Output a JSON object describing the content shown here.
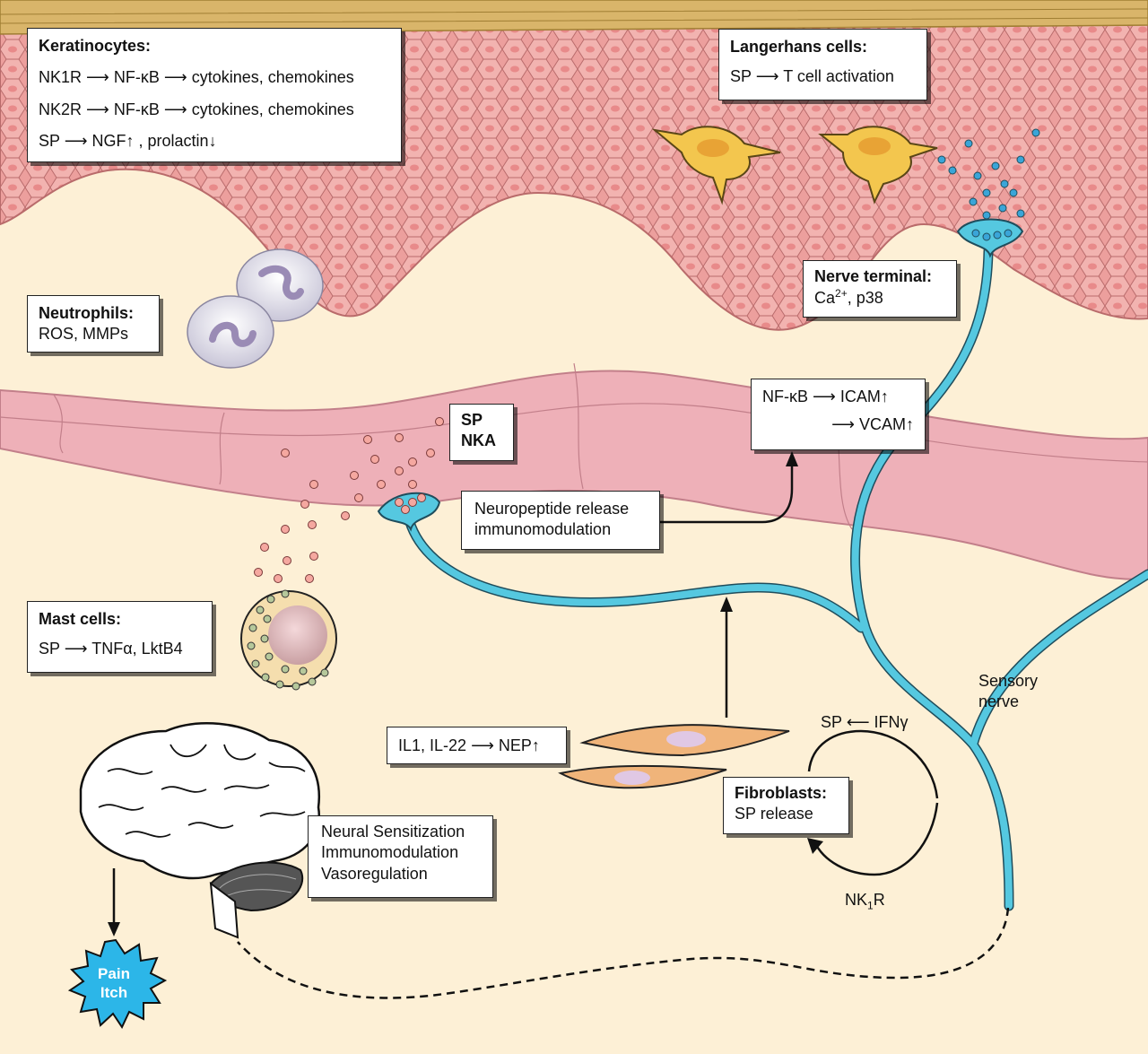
{
  "keratinocytes": {
    "title": "Keratinocytes:",
    "r1a": "NK1R",
    "r1b": "NF-κB",
    "r1c": "cytokines, chemokines",
    "r2a": "NK2R",
    "r2b": "NF-κB",
    "r2c": "cytokines, chemokines",
    "r3a": "SP",
    "r3b": "NGF↑ , prolactin↓"
  },
  "langerhans": {
    "title": "Langerhans cells:",
    "a": "SP",
    "b": "T cell activation"
  },
  "neutrophils": {
    "title": "Neutrophils:",
    "text": "ROS, MMPs"
  },
  "nerve_terminal": {
    "title": "Nerve terminal:",
    "ca": "Ca",
    "sup": "2+",
    "rest": ", p38"
  },
  "nfkb_box": {
    "l1a": "NF-κB",
    "l1b": "ICAM↑",
    "l2b": "VCAM↑"
  },
  "sp_nka": {
    "l1": "SP",
    "l2": "NKA"
  },
  "neuropeptide": {
    "l1": "Neuropeptide release",
    "l2": "immunomodulation"
  },
  "mast_cells": {
    "title": "Mast cells:",
    "a": "SP",
    "b": "TNFα, LktB4"
  },
  "il_box": {
    "a": "IL1, IL-22",
    "b": "NEP↑"
  },
  "sensory_nerve": {
    "l1": "Sensory",
    "l2": "nerve"
  },
  "sp_ifn": {
    "a": "SP",
    "b": "IFNγ"
  },
  "fibroblasts": {
    "title": "Fibroblasts:",
    "text": "SP release"
  },
  "nk1r": {
    "a": "NK",
    "sub": "1",
    "b": "R"
  },
  "brain_box": {
    "l1": "Neural Sensitization",
    "l2": "Immunomodulation",
    "l3": "Vasoregulation"
  },
  "pain_itch": {
    "l1": "Pain",
    "l2": "Itch"
  },
  "arrow_glyph": "⟶",
  "arrow_left_glyph": "⟵",
  "colors": {
    "dermis": "#fdf0d6",
    "epidermis": "#e89a98",
    "nerve": "#55c8e0",
    "vessel": "#eeb0b8",
    "stratum_corneum": "#d9b56a",
    "burst": "#2cb6e8"
  }
}
